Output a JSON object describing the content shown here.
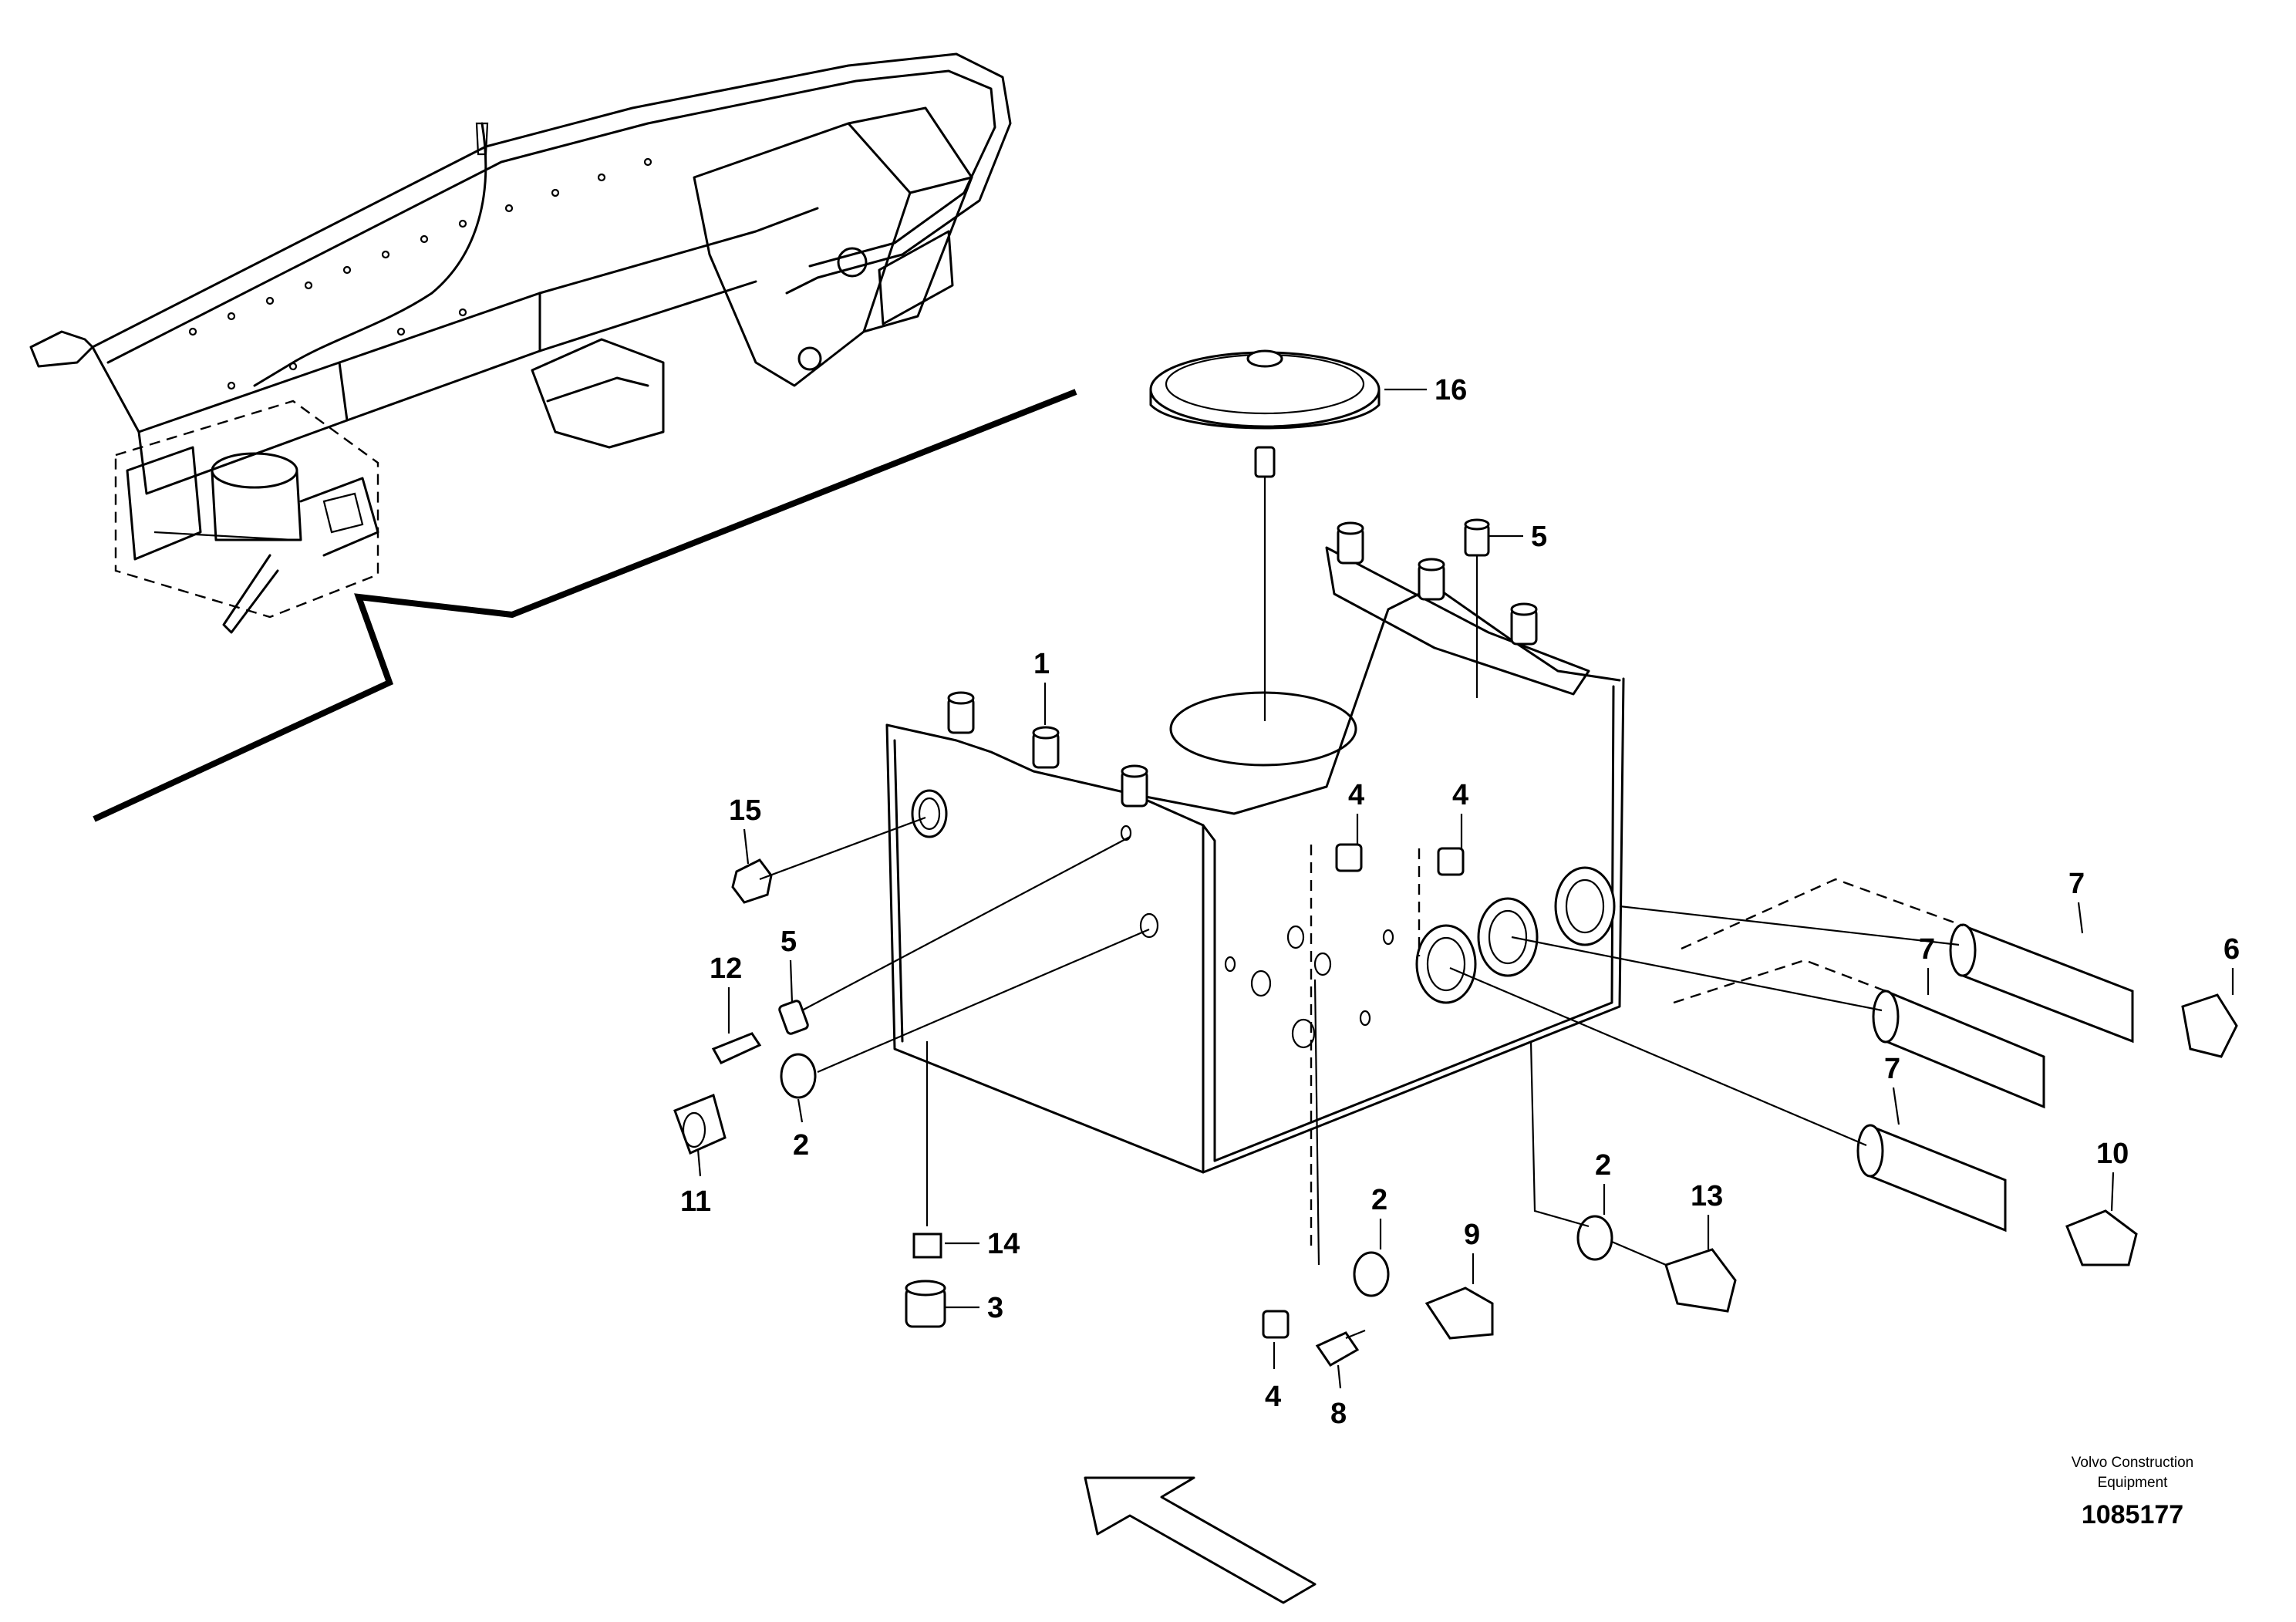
{
  "diagram": {
    "callouts": {
      "c1": "1",
      "c2a": "2",
      "c2b": "2",
      "c2c": "2",
      "c3": "3",
      "c4a": "4",
      "c4b": "4",
      "c4c": "4",
      "c5a": "5",
      "c5b": "5",
      "c6": "6",
      "c7a": "7",
      "c7b": "7",
      "c7c": "7",
      "c8": "8",
      "c9": "9",
      "c10": "10",
      "c11": "11",
      "c12": "12",
      "c13": "13",
      "c14": "14",
      "c15": "15",
      "c16": "16"
    },
    "credit_line1": "Volvo Construction",
    "credit_line2": "Equipment",
    "document_number": "1085177",
    "line_color": "#000000",
    "background_color": "#ffffff"
  }
}
